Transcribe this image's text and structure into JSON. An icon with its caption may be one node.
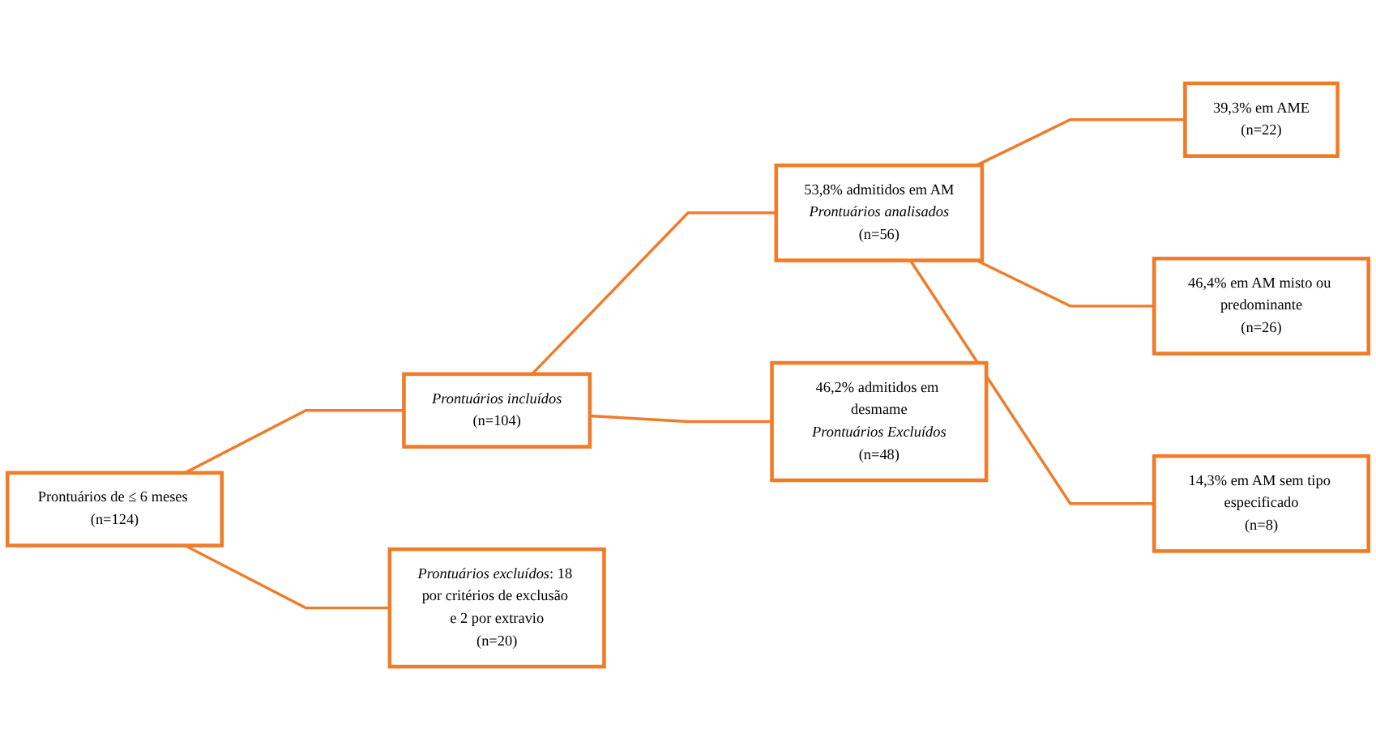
{
  "diagram": {
    "nodes": [
      {
        "text": [
          "Prontuários de ≤ 6 meses (n=124)"
        ]
      },
      {
        "text": [
          "Prontuários incluídos",
          "(n=104)"
        ]
      },
      {
        "text": [
          "*Prontuários excluídos*: 18 por critérios de exclusão e 2 por extravio",
          "(n=20)"
        ]
      },
      {
        "text": [
          "53,8% admitidos em AM",
          "Prontuários analisados",
          "(n=56)"
        ]
      },
      {
        "text": [
          "46,2% admitidos em desmame",
          "Prontuários Excluídos",
          "(n=48)"
        ]
      },
      {
        "text": [
          "39,3% em AME",
          "(n=22)"
        ]
      },
      {
        "text": [
          "46,4% em AM misto ou predominante",
          "(n=26)"
        ]
      },
      {
        "text": [
          "14,3% em AM sem tipo especificado",
          "(n=8)"
        ]
      }
    ],
    "edges": [
      {
        "from": 0,
        "to": 1,
        "arrow": "none"
      },
      {
        "from": 0,
        "to": 2,
        "arrow": "none"
      },
      {
        "from": 1,
        "to": 3,
        "arrow": "none"
      },
      {
        "from": 1,
        "to": 4,
        "arrow": "none"
      },
      {
        "from": 3,
        "to": 5,
        "arrow": "none"
      },
      {
        "from": 3,
        "to": 6,
        "arrow": "none"
      },
      {
        "from": 3,
        "to": 7,
        "arrow": "none"
      }
    ]
  }
}
